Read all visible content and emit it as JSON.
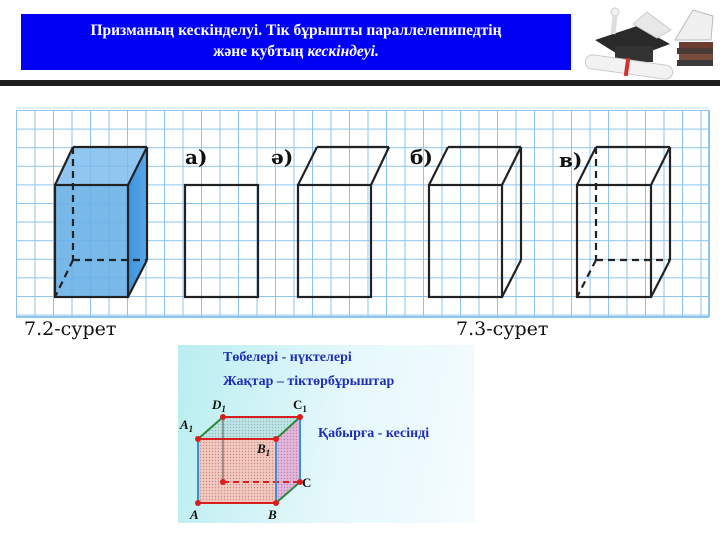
{
  "header": {
    "title_line1": "Призманың кескінделуі. Тік бұрышты параллелепипедтің",
    "title_line2_plain": "және кубтың ",
    "title_line2_italic": "кескіндеуі.",
    "background_color": "#0000f4"
  },
  "decoration": {
    "icon": "graduation-books-icon"
  },
  "figures": {
    "fig72_caption": "7.2-сурет",
    "fig73_caption": "7.3-сурет",
    "labels": [
      "а)",
      "ә)",
      "б)",
      "в)"
    ],
    "prism_fill_color": "#5aa8e6",
    "grid_color": "#8cc4ec"
  },
  "cube_card": {
    "line1": "Төбелері - нүктелері",
    "line2": "Жақтар – тіктөрбұрыштар",
    "line3": "Қабырға - кесінді",
    "vertices": {
      "A": "A",
      "B": "B",
      "C": "C",
      "A1": "A",
      "B1": "B",
      "C1": "C",
      "D1": "D",
      "subscript": "1"
    },
    "text_color": "#1f2fb5",
    "edge_color": "#d81e1e"
  }
}
